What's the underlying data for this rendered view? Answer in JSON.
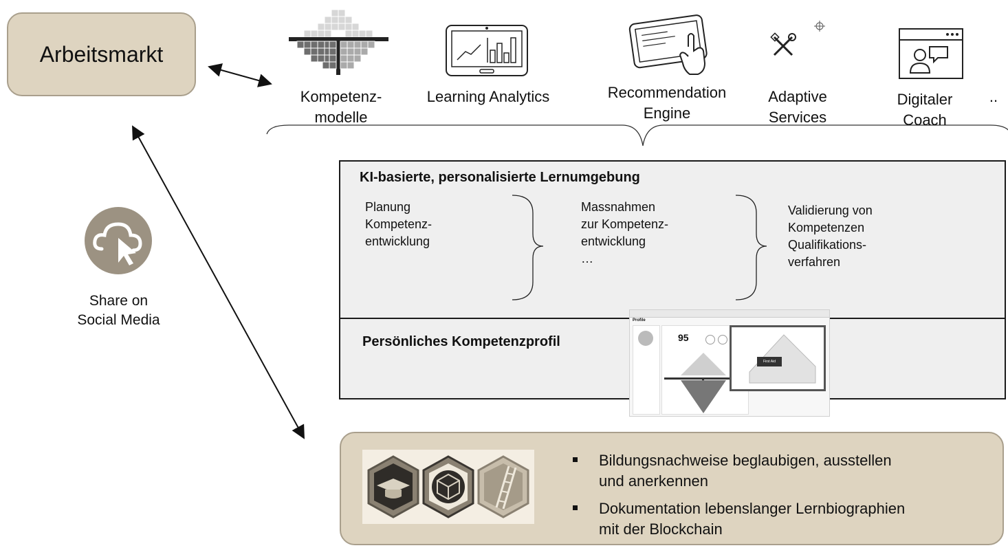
{
  "arbeitsmarkt": {
    "label": "Arbeitsmarkt"
  },
  "tools": [
    {
      "icon": "competence-pyramid-icon",
      "line1": "Kompetenz-",
      "line2": "modelle"
    },
    {
      "icon": "tablet-chart-icon",
      "line1": "Learning Analytics",
      "line2": ""
    },
    {
      "icon": "tablet-touch-icon",
      "line1": "Recommendation",
      "line2": "Engine"
    },
    {
      "icon": "tools-icon",
      "line1": "Adaptive",
      "line2": "Services"
    },
    {
      "icon": "coach-window-icon",
      "line1": "Digitaler",
      "line2": "Coach"
    }
  ],
  "tools_more": "..",
  "share": {
    "icon": "cloud-click-icon",
    "line1": "Share on",
    "line2": "Social Media"
  },
  "learning_env": {
    "title": "KI-basierte, personalisierte Lernumgebung",
    "phases": [
      {
        "lines": [
          "Planung",
          "Kompetenz-",
          "entwicklung"
        ]
      },
      {
        "lines": [
          "Massnahmen",
          "zur Kompetenz-",
          "entwicklung",
          "…"
        ]
      },
      {
        "lines": [
          "Validierung von",
          "Kompetenzen",
          "Qualifikations-",
          "verfahren"
        ]
      }
    ],
    "profile_title": "Persönliches Kompetenzprofil",
    "profile_screenshot": {
      "score": "95",
      "nav_title": "Profile",
      "popup_text": "First Aid"
    }
  },
  "blockchain": {
    "badge_icons": [
      "graduation-cap-badge-icon",
      "cube-badge-icon",
      "ladder-badge-icon"
    ],
    "bullets": [
      {
        "line1": "Bildungsnachweise beglaubigen, ausstellen",
        "line2": "und anerkennen"
      },
      {
        "line1": "Dokumentation lebenslanger Lernbiographien",
        "line2": "mit der Blockchain"
      }
    ]
  },
  "colors": {
    "beige_fill": "#ded4c0",
    "beige_border": "#a99f8c",
    "panel_fill": "#efefef",
    "cloud_icon": "#9c9282"
  }
}
